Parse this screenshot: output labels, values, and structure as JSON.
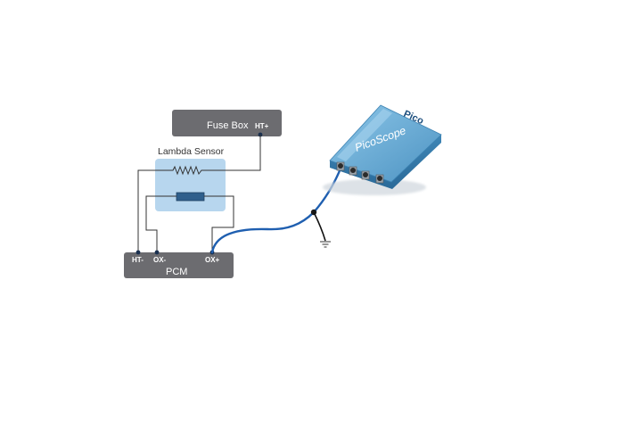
{
  "fuse_box": {
    "label": "Fuse Box",
    "terminal": "HT+"
  },
  "lambda_sensor": {
    "label": "Lambda Sensor"
  },
  "pcm": {
    "label": "PCM",
    "terminals": {
      "ht_minus": "HT-",
      "ox_minus": "OX-",
      "ox_plus": "OX+"
    }
  },
  "scope": {
    "brand": "Pico",
    "model": "PicoScope"
  },
  "colors": {
    "box_gray": "#6c6c70",
    "sensor_fill": "#b7d6ee",
    "resistor_fill": "#2f5f8c",
    "cable_blue": "#1f5fb0",
    "scope_blue": "#5aa0cc",
    "wire": "#333333"
  }
}
